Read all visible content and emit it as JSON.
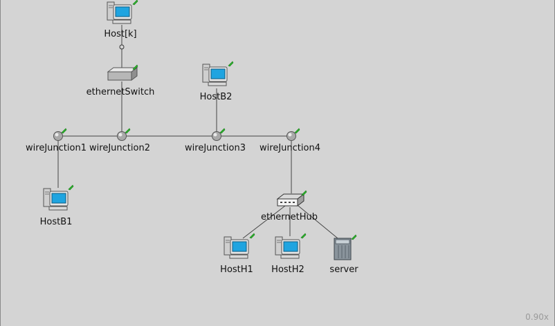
{
  "nodes": {
    "host_k": "Host[k]",
    "ethernet_switch": "ethernetSwitch",
    "host_b2": "HostB2",
    "wire_junction_1": "wireJunction1",
    "wire_junction_2": "wireJunction2",
    "wire_junction_3": "wireJunction3",
    "wire_junction_4": "wireJunction4",
    "host_b1": "HostB1",
    "ethernet_hub": "ethernetHub",
    "host_h1": "HostH1",
    "host_h2": "HostH2",
    "server": "server"
  },
  "zoom_level": "0.90x",
  "icons": {
    "computer": "computer-icon",
    "switch": "ethernet-switch-icon",
    "hub": "ethernet-hub-icon",
    "junction": "wire-junction-icon",
    "server": "server-icon",
    "status": "green-status-flag-icon"
  },
  "colors": {
    "background": "#d4d4d4",
    "wire": "#444444",
    "status_flag": "#2fb52f",
    "screen": "#1fa4e0"
  }
}
